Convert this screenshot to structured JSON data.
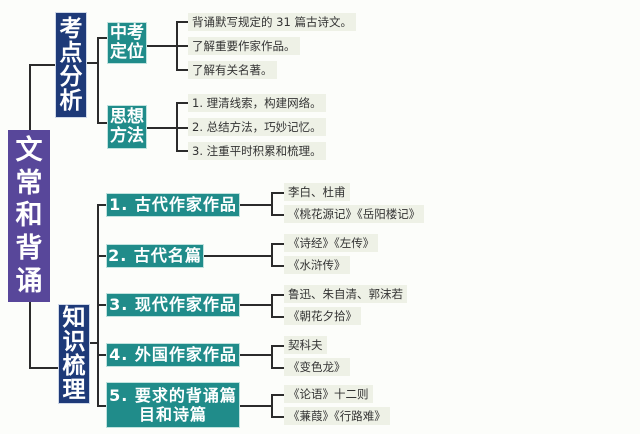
{
  "root": {
    "title": [
      "文",
      "常",
      "和",
      "背",
      "诵"
    ]
  },
  "sections": [
    {
      "title": [
        "考",
        "点",
        "分",
        "析"
      ],
      "subsections": [
        {
          "title": [
            "中考",
            "定位"
          ],
          "items": [
            "背诵默写规定的 31 篇古诗文。",
            "了解重要作家作品。",
            "了解有关名著。"
          ]
        },
        {
          "title": [
            "思想",
            "方法"
          ],
          "items": [
            "1. 理清线索，构建网络。",
            "2. 总结方法，巧妙记忆。",
            "3. 注重平时积累和梳理。"
          ]
        }
      ]
    },
    {
      "title": [
        "知",
        "识",
        "梳",
        "理"
      ],
      "subsections": [
        {
          "title": "1. 古代作家作品",
          "items": [
            "李白、杜甫",
            "《桃花源记》《岳阳楼记》"
          ]
        },
        {
          "title": "2. 古代名篇",
          "items": [
            "《诗经》《左传》",
            "《水浒传》"
          ]
        },
        {
          "title": "3. 现代作家作品",
          "items": [
            "鲁迅、朱自清、郭沫若",
            "《朝花夕拾》"
          ]
        },
        {
          "title": "4. 外国作家作品",
          "items": [
            "契科夫",
            "《变色龙》"
          ]
        },
        {
          "title": [
            "5. 要求的背诵篇",
            "目和诗篇"
          ],
          "items": [
            "《论语》十二则",
            "《蒹葭》《行路难》"
          ]
        }
      ]
    }
  ],
  "colors": {
    "root": "#58479a",
    "level1": "#1e3a78",
    "level2": "#208c8a",
    "leaf_bg": "#eef1e6",
    "background": "#fcfdfa",
    "line": "#2b2b2b"
  }
}
